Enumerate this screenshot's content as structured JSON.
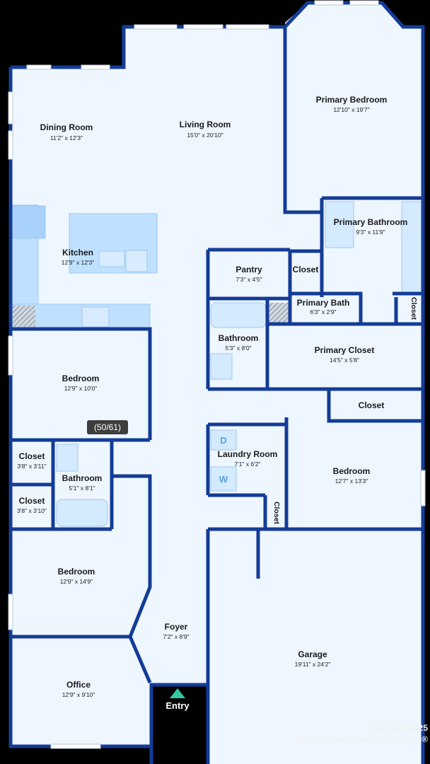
{
  "rooms": {
    "dining_room": {
      "name": "Dining Room",
      "dims": "11'2\" x 12'3\""
    },
    "living_room": {
      "name": "Living Room",
      "dims": "15'0\" x 20'10\""
    },
    "primary_bedroom": {
      "name": "Primary Bedroom",
      "dims": "12'10\" x 19'7\""
    },
    "kitchen": {
      "name": "Kitchen",
      "dims": "12'9\" x 12'3\""
    },
    "primary_bathroom": {
      "name": "Primary Bathroom",
      "dims": "9'3\" x 11'9\""
    },
    "pantry": {
      "name": "Pantry",
      "dims": "7'3\" x 4'5\""
    },
    "closet_pantry": {
      "name": "Closet"
    },
    "primary_bath": {
      "name": "Primary Bath",
      "dims": "6'3\" x 2'9\""
    },
    "closet_primary_bath": {
      "name": "Closet"
    },
    "bathroom_hall": {
      "name": "Bathroom",
      "dims": "5'3\" x 8'0\""
    },
    "primary_closet": {
      "name": "Primary Closet",
      "dims": "14'5\" x 5'8\""
    },
    "bedroom_1": {
      "name": "Bedroom",
      "dims": "12'9\" x 10'0\""
    },
    "closet_right": {
      "name": "Closet"
    },
    "closet_1": {
      "name": "Closet",
      "dims": "3'8\" x 3'11\""
    },
    "bathroom_small": {
      "name": "Bathroom",
      "dims": "5'1\" x 8'1\""
    },
    "laundry_room": {
      "name": "Laundry Room",
      "dims": "7'1\" x 6'2\""
    },
    "bedroom_right": {
      "name": "Bedroom",
      "dims": "12'7\" x 13'3\""
    },
    "closet_2": {
      "name": "Closet",
      "dims": "3'8\" x 3'10\""
    },
    "closet_laundry": {
      "name": "Closet"
    },
    "bedroom_2": {
      "name": "Bedroom",
      "dims": "12'9\" x 14'9\""
    },
    "foyer": {
      "name": "Foyer",
      "dims": "7'2\" x 8'9\""
    },
    "garage": {
      "name": "Garage",
      "dims": "19'11\" x 24'2\""
    },
    "office": {
      "name": "Office",
      "dims": "12'9\" x 9'10\""
    }
  },
  "fixtures": {
    "washer_label": "W",
    "dryer_label": "D"
  },
  "photo_counter": "(50/61)",
  "entry_label": "Entry",
  "copyright": {
    "line1": "Copyright 2025",
    "line2": "San Antonio Board of Realtors®"
  },
  "colors": {
    "wall": "#143c96",
    "floor": "#eef6ff",
    "fixture": "#bfe0ff",
    "background": "#000000",
    "entry_arrow": "#34c9a0"
  }
}
